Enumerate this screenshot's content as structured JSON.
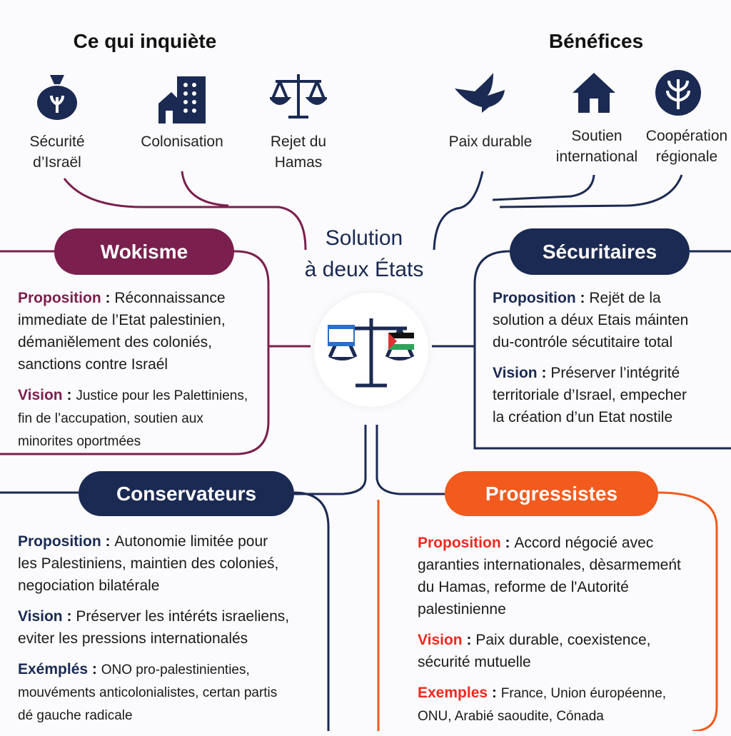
{
  "worries": {
    "title": "Ce qui inquiète",
    "items": [
      {
        "label": [
          "Sécurité",
          "d’Israël"
        ],
        "icon": "money-bag-icon"
      },
      {
        "label": [
          "Colonisation"
        ],
        "icon": "building-icon"
      },
      {
        "label": [
          "Rejet du",
          "Hamas"
        ],
        "icon": "scales-icon"
      }
    ]
  },
  "benefits": {
    "title": "Bénéfices",
    "items": [
      {
        "label": [
          "Paix durable"
        ],
        "icon": "dove-icon"
      },
      {
        "label": [
          "Soutien",
          "international"
        ],
        "icon": "house-icon"
      },
      {
        "label": [
          "Coopération",
          "régionale"
        ],
        "icon": "wheat-icon"
      }
    ]
  },
  "center": {
    "title_line1": "Solution",
    "title_line2": "à deux États"
  },
  "colors": {
    "wokisme": "#7b1f4e",
    "securitaires": "#1b2a52",
    "conservateurs": "#1b2a52",
    "progressistes": "#f25a1e",
    "progressistes_label": "#f0281e"
  },
  "panels": [
    {
      "id": "wokisme",
      "title": "Wokisme",
      "sections": [
        {
          "key": "Proposition",
          "lines": [
            "Réconnaissance",
            "immediate de l’Etat palestinien,",
            "démaniělement des coloniés,",
            "sanctions contre Israél"
          ]
        },
        {
          "key": "Vision",
          "small": true,
          "lines": [
            "Justice pour les Palettiniens,",
            "fin de l’accupation, soutien aux",
            "minorites oportmées"
          ]
        }
      ]
    },
    {
      "id": "securitaires",
      "title": "Sécuritaires",
      "sections": [
        {
          "key": "Proposition",
          "lines": [
            "Rejët de la",
            "solution a déux Etais máinten",
            "du-contróle sécutitaire total"
          ]
        },
        {
          "key": "Vision",
          "lines": [
            "Préserver l’intégrité",
            "territoriale d’Israel, empecher",
            "la création d’un Etat nostile"
          ]
        }
      ]
    },
    {
      "id": "conservateurs",
      "title": "Conservateurs",
      "sections": [
        {
          "key": "Proposition",
          "lines": [
            "Autonomie limitée pour",
            "les Palestiniens, maintien des colonieś,",
            "negociation bilatérale"
          ]
        },
        {
          "key": "Vision",
          "lines": [
            "Préserver les intéréts israeliens,",
            "eviter les pressions internationalés"
          ]
        },
        {
          "key": "Exémplés",
          "small": true,
          "lines": [
            "ONO pro-palestinienties,",
            "mouvéments anticolonialistes, certan partis",
            "dé gauche radicale"
          ]
        }
      ]
    },
    {
      "id": "progressistes",
      "title": "Progressistes",
      "sections": [
        {
          "key": "Proposition",
          "lines": [
            "Accord négocié avec",
            "garanties internationales, dèsarmemeńt",
            "du Hamas, reforme de l'Autorité",
            "palestinienne"
          ]
        },
        {
          "key": "Vision",
          "lines": [
            "Paix durable, coexistence,",
            "sécurité mutuelle"
          ]
        },
        {
          "key": "Exemples",
          "small": true,
          "lines": [
            "France, Union éuropéenne,",
            "ONU, Arabié saoudite, Cónada"
          ]
        }
      ]
    }
  ]
}
